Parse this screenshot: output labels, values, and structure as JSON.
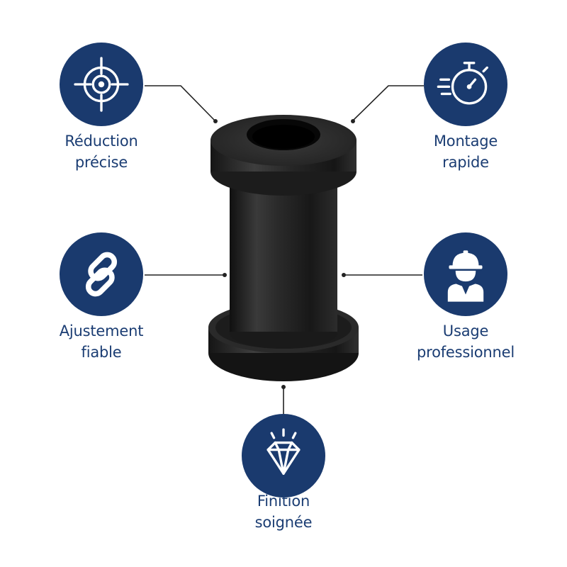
{
  "colors": {
    "brand": "#1a3a6e",
    "label": "#1b3d73",
    "connector": "#222222",
    "product": "#1f1f1f"
  },
  "product": {
    "name": "black-flanged-spacer-bushing"
  },
  "features": [
    {
      "id": "reduction",
      "icon": "target-crosshair-icon",
      "line1": "Réduction",
      "line2": "précise"
    },
    {
      "id": "montage",
      "icon": "stopwatch-icon",
      "line1": "Montage",
      "line2": "rapide"
    },
    {
      "id": "ajustement",
      "icon": "chain-link-icon",
      "line1": "Ajustement",
      "line2": "fiable"
    },
    {
      "id": "usage",
      "icon": "worker-hardhat-icon",
      "line1": "Usage",
      "line2": "professionnel"
    },
    {
      "id": "finition",
      "icon": "diamond-icon",
      "line1": "Finition",
      "line2": "soignée"
    }
  ]
}
